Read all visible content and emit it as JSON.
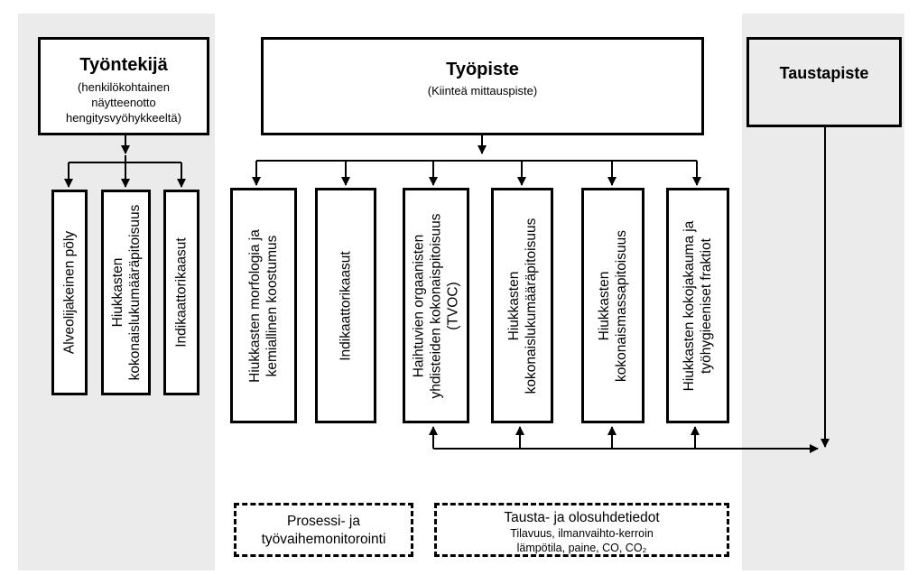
{
  "worker": {
    "title": "Työntekijä",
    "subtitle_lines": [
      "(henkilökohtainen",
      "näytteenotto",
      "hengitysvyöhykkeeltä)"
    ],
    "measures": [
      {
        "lines": [
          "Alveolijakeinen pöly"
        ]
      },
      {
        "lines": [
          "Hiukkasten",
          "kokonaislukumääräpitoisuus"
        ]
      },
      {
        "lines": [
          "Indikaattorikaasut"
        ]
      }
    ]
  },
  "workplace": {
    "title": "Työpiste",
    "subtitle": "(Kiinteä mittauspiste)",
    "measures": [
      {
        "lines": [
          "Hiukkasten morfologia ja",
          "kemiallinen koostumus"
        ]
      },
      {
        "lines": [
          "Indikaattorikaasut"
        ]
      },
      {
        "lines": [
          "Haihtuvien orgaanisten",
          "yhdisteiden kokonaispitoisuus",
          "(TVOC)"
        ]
      },
      {
        "lines": [
          "Hiukkasten",
          "kokonaislukumääräpitoisuus"
        ]
      },
      {
        "lines": [
          "Hiukkasten",
          "kokonaismassapitoisuus"
        ]
      },
      {
        "lines": [
          "Hiukkasten kokojakauma  ja",
          "työhygieeniset fraktiot"
        ]
      }
    ]
  },
  "background_point": {
    "title": "Taustapiste"
  },
  "info_boxes": {
    "process": {
      "lines": [
        "Prosessi- ja",
        "työvaihemonitorointi"
      ]
    },
    "conditions": {
      "title": "Tausta- ja olosuhdetiedot",
      "line1": "Tilavuus, ilmanvaihto-kerroin",
      "line2": "lämpötila, paine, CO, CO₂"
    }
  }
}
